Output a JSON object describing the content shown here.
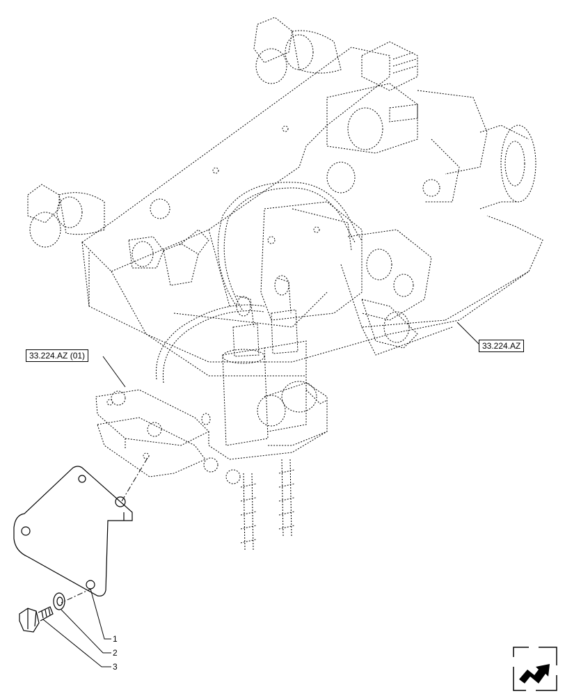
{
  "references": {
    "left_ref": "33.224.AZ (01)",
    "right_ref": "33.224.AZ"
  },
  "callouts": [
    {
      "number": "1"
    },
    {
      "number": "2"
    },
    {
      "number": "3"
    }
  ],
  "icons": {
    "navigation": "next-page-arrow-icon"
  }
}
